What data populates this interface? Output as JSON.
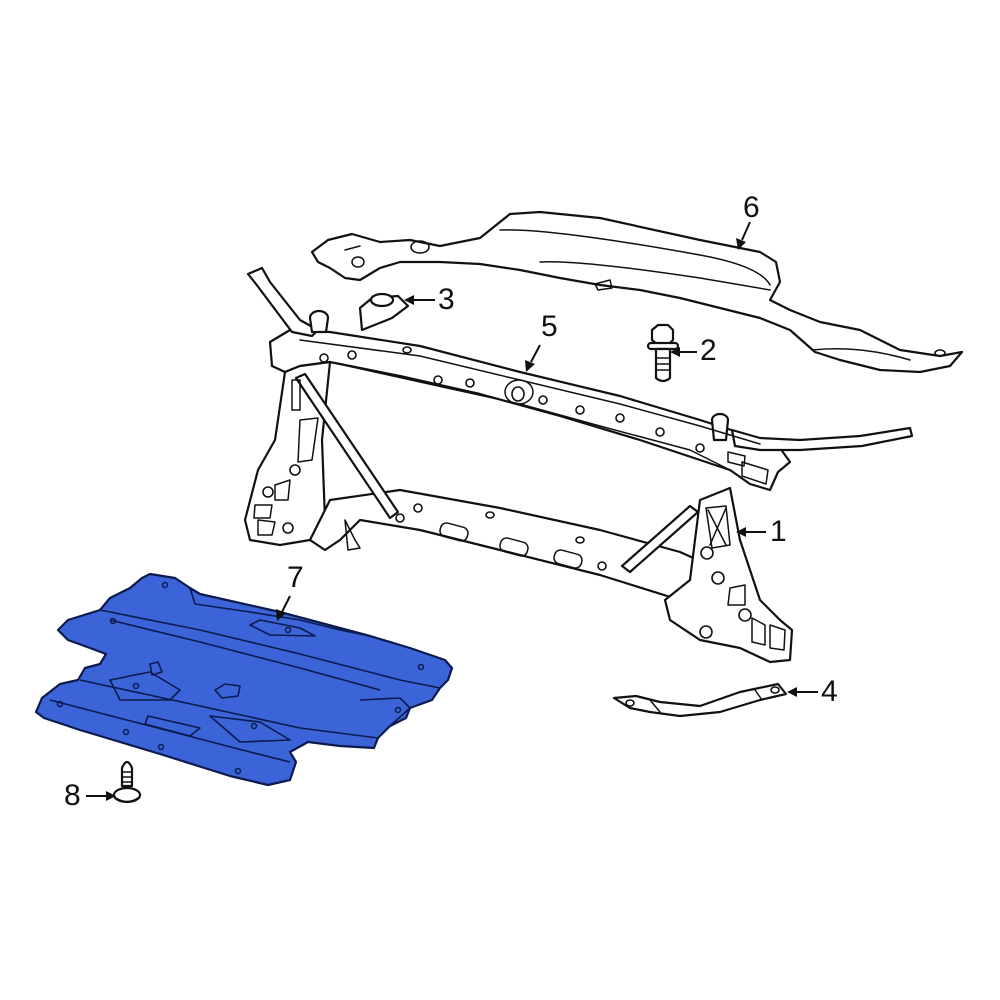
{
  "diagram": {
    "type": "exploded-parts-diagram",
    "highlight_color": "#3a64d8",
    "line_color": "#111111",
    "background": "#ffffff"
  },
  "callouts": [
    {
      "number": "1",
      "part": "radiator-support-assembly"
    },
    {
      "number": "2",
      "part": "bolt"
    },
    {
      "number": "3",
      "part": "insulator-bracket"
    },
    {
      "number": "4",
      "part": "lower-brace"
    },
    {
      "number": "5",
      "part": "upper-tie-bar"
    },
    {
      "number": "6",
      "part": "upper-cover-panel"
    },
    {
      "number": "7",
      "part": "lower-splash-shield",
      "highlighted": true
    },
    {
      "number": "8",
      "part": "push-pin-screw"
    }
  ]
}
